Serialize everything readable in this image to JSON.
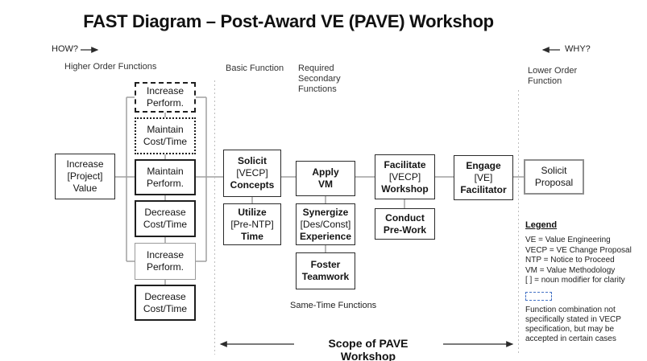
{
  "title": "FAST Diagram – Post-Award VE (PAVE) Workshop",
  "directions": {
    "how": "HOW?",
    "why": "WHY?"
  },
  "column_headers": {
    "higher_order": "Higher Order Functions",
    "basic": "Basic Function",
    "required_secondary": "Required Secondary Functions",
    "lower_order": "Lower Order Function"
  },
  "boxes": {
    "increase_perform_top": {
      "line1": "Increase",
      "line2": "Perform."
    },
    "maintain_cost_time": {
      "line1": "Maintain",
      "line2": "Cost/Time"
    },
    "maintain_perform": {
      "line1": "Maintain",
      "line2": "Perform."
    },
    "decrease_cost_time_upper": {
      "line1": "Decrease",
      "line2": "Cost/Time"
    },
    "increase_perform_lower": {
      "line1": "Increase",
      "line2": "Perform."
    },
    "decrease_cost_time_lower": {
      "line1": "Decrease",
      "line2": "Cost/Time"
    },
    "increase_project_value": {
      "line1": "Increase",
      "line2": "[Project]",
      "line3": "Value"
    },
    "solicit_concepts": {
      "line1": "Solicit",
      "line2": "[VECP]",
      "line3": "Concepts"
    },
    "utilize_time": {
      "line1": "Utilize",
      "line2": "[Pre-NTP]",
      "line3": "Time"
    },
    "apply_vm": {
      "line1": "Apply",
      "line2": "VM"
    },
    "synergize_experience": {
      "line1": "Synergize",
      "line2": "[Des/Const]",
      "line3": "Experience"
    },
    "foster_teamwork": {
      "line1": "Foster",
      "line2": "Teamwork"
    },
    "facilitate_workshop": {
      "line1": "Facilitate",
      "line2": "[VECP]",
      "line3": "Workshop"
    },
    "conduct_prework": {
      "line1": "Conduct",
      "line2": "Pre-Work"
    },
    "engage_facilitator": {
      "line1": "Engage",
      "line2": "[VE]",
      "line3": "Facilitator"
    },
    "solicit_proposal": {
      "line1": "Solicit",
      "line2": "Proposal"
    }
  },
  "annotations": {
    "same_time": "Same-Time Functions",
    "scope": "Scope of PAVE Workshop"
  },
  "legend": {
    "title": "Legend",
    "items": [
      "VE = Value Engineering",
      "VECP = VE Change Proposal",
      "NTP = Notice to Proceed",
      "VM = Value Methodology",
      "[  ] = noun modifier for clarity"
    ],
    "note_lines": [
      "Function combination not",
      "specifically stated in VECP",
      "specification, but may be",
      "accepted in certain cases"
    ],
    "dashed_box_color": "#4472c4"
  },
  "colors": {
    "connector": "#a0a0a0",
    "boundary_dash": "#bdbdbd",
    "arrow": "#2b2b2b",
    "box_border": "#1f1f1f"
  }
}
